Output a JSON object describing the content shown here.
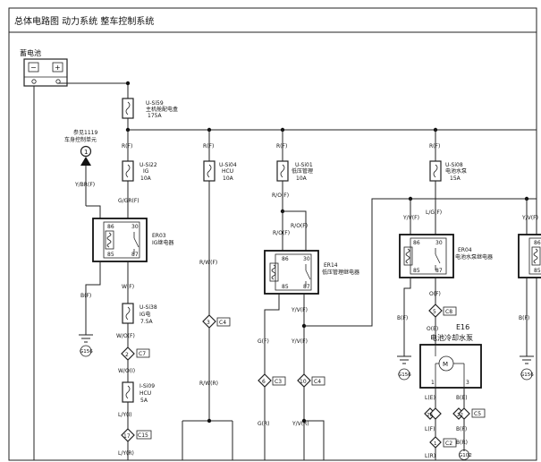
{
  "page": {
    "title": "总体电路图  动力系统  整车控制系统"
  },
  "battery": {
    "label": "蓄电池",
    "neg": "−",
    "pos": "+"
  },
  "fuses": [
    {
      "id": "fuse-u-si59",
      "code": "U-Si59",
      "name": "主机舱配电盒",
      "rating": "175A"
    },
    {
      "id": "fuse-u-si22",
      "code": "U-Si22",
      "name": "IG",
      "rating": "10A"
    },
    {
      "id": "fuse-u-si04",
      "code": "U-Si04",
      "name": "HCU",
      "rating": "10A"
    },
    {
      "id": "fuse-u-si01",
      "code": "U-Si01",
      "name": "低压管理",
      "rating": "10A"
    },
    {
      "id": "fuse-u-si08",
      "code": "U-Si08",
      "name": "电池水泵",
      "rating": "15A"
    },
    {
      "id": "fuse-u-si38",
      "code": "U-Si38",
      "name": "IG电",
      "rating": "7.5A"
    },
    {
      "id": "fuse-i-si09",
      "code": "I-Si09",
      "name": "HCU",
      "rating": "5A"
    }
  ],
  "relays": [
    {
      "id": "relay-er03",
      "code": "ER03",
      "name": "IG继电器",
      "pins": [
        "86",
        "30",
        "85",
        "87"
      ]
    },
    {
      "id": "relay-er14",
      "code": "ER14",
      "name": "低压管理继电器",
      "pins": [
        "86",
        "30",
        "85",
        "87"
      ]
    },
    {
      "id": "relay-er04",
      "code": "ER04",
      "name": "电池水泵继电器",
      "pins": [
        "86",
        "30",
        "85",
        "87"
      ]
    }
  ],
  "reference": {
    "text": "参见1119",
    "subtext": "车身控制单元",
    "num": "1"
  },
  "pump": {
    "code": "E16",
    "name": "电池冷却水泵",
    "motor": "M",
    "pin1": "1",
    "pin3": "3"
  },
  "wires": {
    "rf": "R(F)",
    "ybrf": "Y/BR(F)",
    "ggrf": "G/GR(F)",
    "bf": "B(F)",
    "wf": "W(F)",
    "wof": "W/O(F)",
    "woi": "W/O(I)",
    "lyi": "L/Y(I)",
    "lyr": "L/Y(R)",
    "rwf": "R/W(F)",
    "rwr": "R/W(R)",
    "rof": "R/O(F)",
    "yvf": "Y/V(F)",
    "gf": "G(F)",
    "gr": "G(R)",
    "yvr": "Y/V(R)",
    "lgf": "L/G(F)",
    "of": "O(F)",
    "oe": "O(E)",
    "le": "L(E)",
    "be": "B(E)",
    "lf": "L(F)",
    "lr": "L(R)",
    "br": "B(R)"
  },
  "connectors": {
    "c4": "C4",
    "c7": "C7",
    "c15": "C15",
    "c3": "C3",
    "c8": "C8",
    "c5": "C5",
    "c2": "C2",
    "p2": "2",
    "p17": "17",
    "p3": "3",
    "p6": "6",
    "p10": "10",
    "p26": "26",
    "p22": "22",
    "p1": "1",
    "p5": "5"
  },
  "grounds": {
    "g156": "G156",
    "g102": "G102"
  }
}
